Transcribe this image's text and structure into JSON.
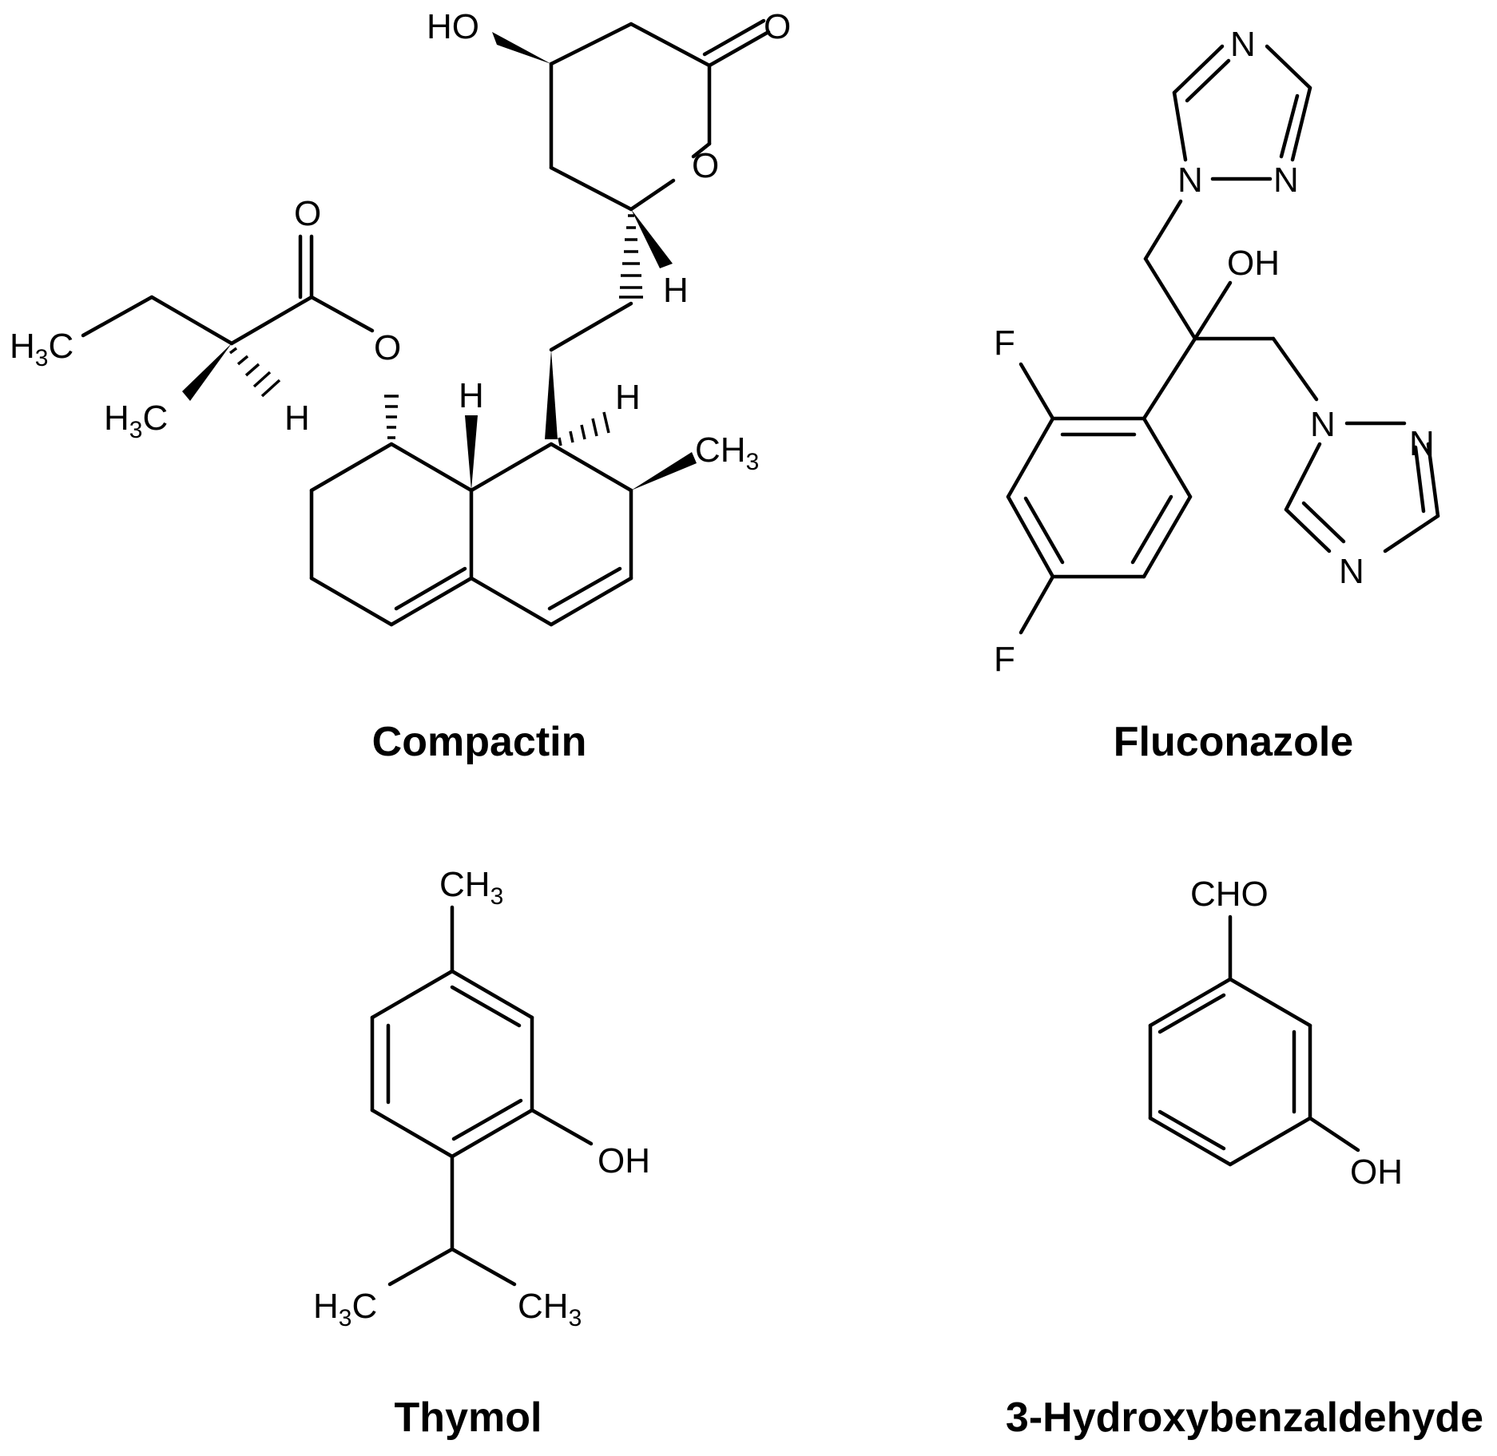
{
  "molecules": [
    {
      "name": "Compactin",
      "labels": {
        "ho": "HO",
        "ketone_o": "O",
        "ring_o": "O",
        "lactone_h": "H",
        "ester_o": "O",
        "ester_carbonyl_o": "O",
        "ethyl_ch3": "H3C",
        "methyl_ch3": "H3C",
        "alpha_h": "H",
        "h_ring_left": "H",
        "h_ring_right": "H",
        "ring_ch3": "CH3"
      }
    },
    {
      "name": "Fluconazole",
      "labels": {
        "n_top": "N",
        "n1_upper": "N",
        "n2_upper": "N",
        "oh": "OH",
        "f_upper": "F",
        "f_lower": "F",
        "n1_lower": "N",
        "n2_lower": "N",
        "n4_lower": "N"
      }
    },
    {
      "name": "Thymol",
      "labels": {
        "ch3_top": "CH3",
        "oh": "OH",
        "h3c": "H3C",
        "ch3": "CH3"
      }
    },
    {
      "name": "3-Hydroxybenzaldehyde",
      "labels": {
        "cho": "CHO",
        "oh": "OH"
      }
    }
  ]
}
